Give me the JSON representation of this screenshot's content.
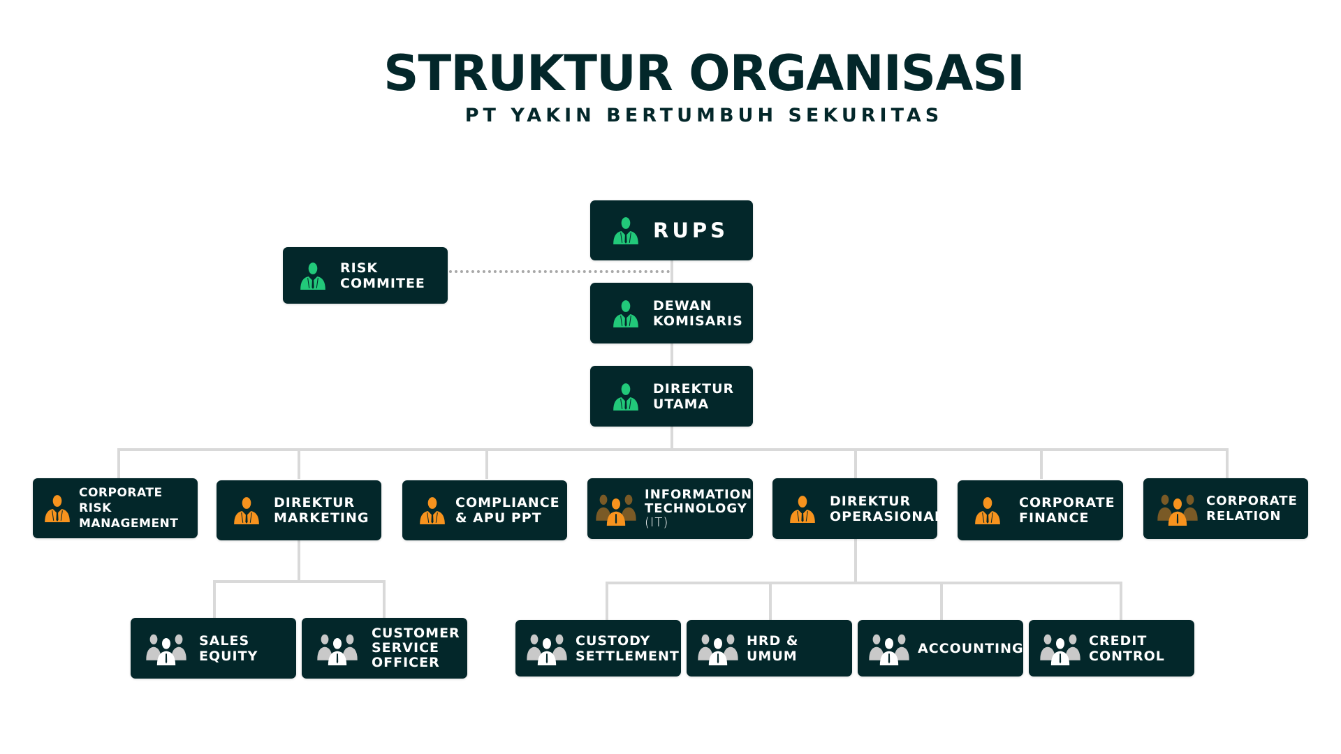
{
  "title": "STRUKTUR ORGANISASI",
  "subtitle": "PT YAKIN BERTUMBUH SEKURITAS",
  "colors": {
    "box": "#03272a",
    "green": "#22c97a",
    "orange": "#f7931e",
    "connector": "#d9d9d9"
  },
  "nodes": {
    "rups": {
      "lines": [
        "RUPS"
      ],
      "icon": "person-green-icon"
    },
    "risk": {
      "lines": [
        "RISK",
        "COMMITEE"
      ],
      "icon": "person-green-icon"
    },
    "dewan": {
      "lines": [
        "DEWAN",
        "KOMISARIS"
      ],
      "icon": "person-green-icon"
    },
    "dirut": {
      "lines": [
        "DIREKTUR",
        "UTAMA"
      ],
      "icon": "person-green-icon"
    },
    "crm": {
      "lines": [
        "CORPORATE RISK",
        "MANAGEMENT"
      ],
      "icon": "person-orange-icon"
    },
    "dirmkt": {
      "lines": [
        "DIREKTUR",
        "MARKETING"
      ],
      "icon": "person-orange-icon"
    },
    "compliance": {
      "lines": [
        "COMPLIANCE",
        "& APU PPT"
      ],
      "icon": "person-orange-icon"
    },
    "it": {
      "lines": [
        "INFORMATION",
        "TECHNOLOGY",
        "(IT)"
      ],
      "icon": "group-orange-icon"
    },
    "dirops": {
      "lines": [
        "DIREKTUR",
        "OPERASIONAL"
      ],
      "icon": "person-orange-icon"
    },
    "corpfin": {
      "lines": [
        "CORPORATE",
        "FINANCE"
      ],
      "icon": "person-orange-icon"
    },
    "corprel": {
      "lines": [
        "CORPORATE",
        "RELATION"
      ],
      "icon": "group-orange-icon"
    },
    "sales": {
      "lines": [
        "SALES",
        "EQUITY"
      ],
      "icon": "group-gray-icon"
    },
    "cso": {
      "lines": [
        "CUSTOMER",
        "SERVICE",
        "OFFICER"
      ],
      "icon": "group-gray-icon"
    },
    "custody": {
      "lines": [
        "CUSTODY",
        "SETTLEMENT"
      ],
      "icon": "group-gray-icon"
    },
    "hrd": {
      "lines": [
        "HRD & UMUM"
      ],
      "icon": "group-gray-icon"
    },
    "accounting": {
      "lines": [
        "ACCOUNTING"
      ],
      "icon": "group-gray-icon"
    },
    "credit": {
      "lines": [
        "CREDIT",
        "CONTROL"
      ],
      "icon": "group-gray-icon"
    }
  }
}
